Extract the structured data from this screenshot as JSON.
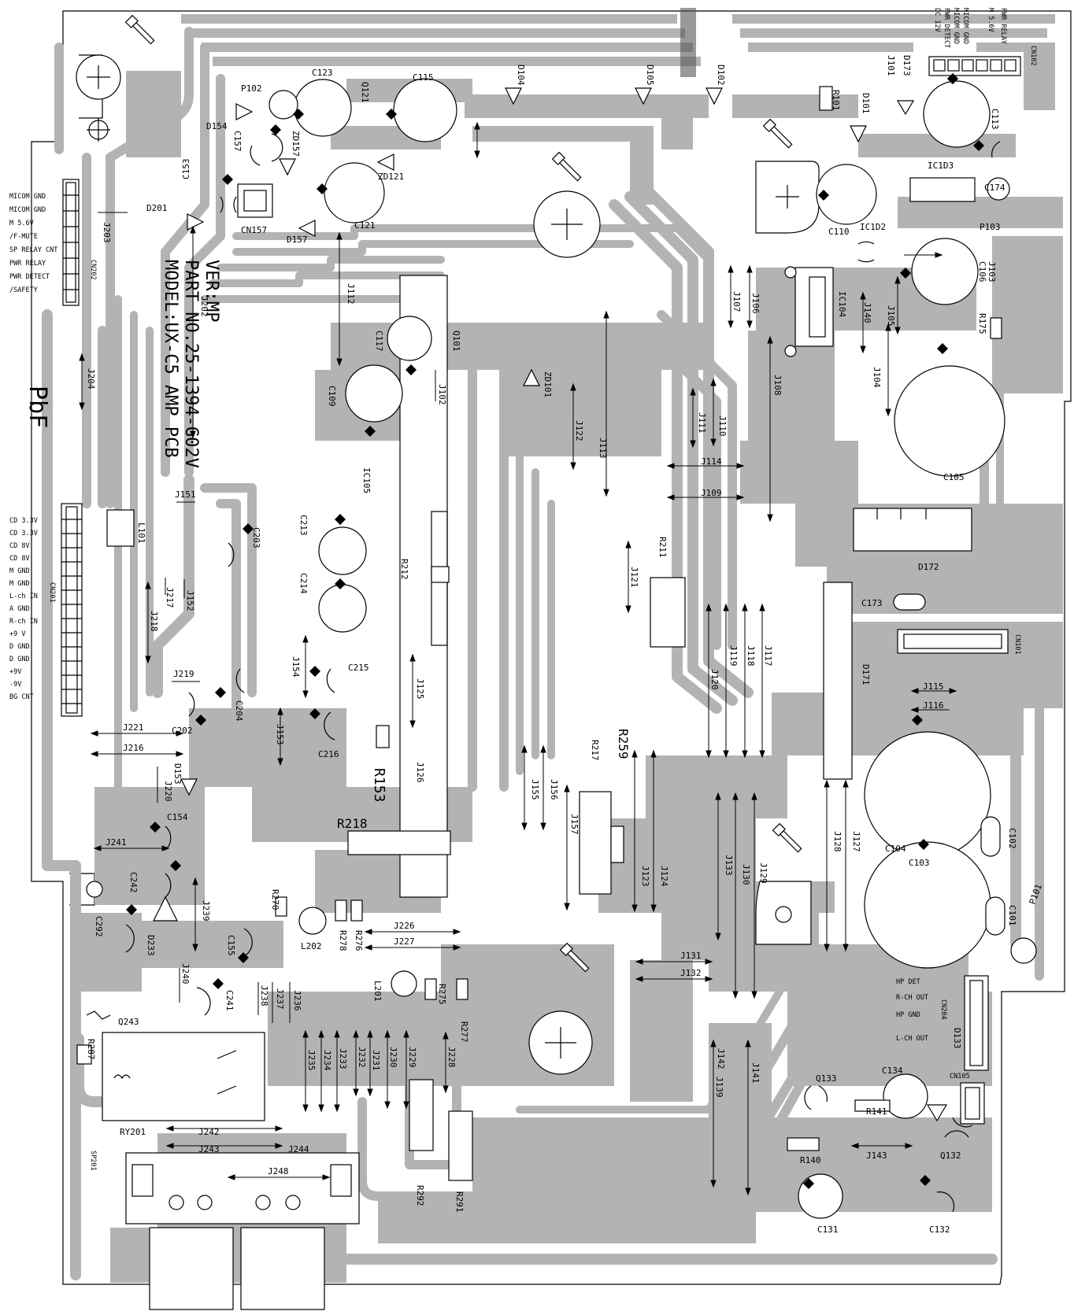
{
  "board": {
    "model_line1": "MODEL:UX-C5 AMP PCB",
    "model_line2": "PART NO.25-1394-G02V",
    "model_line3": "VER:MP",
    "pbf_mark": "PbF"
  },
  "connectors": {
    "cn102": {
      "ref": "CN102",
      "pins": [
        "DC 12V",
        "PWR DETECT",
        "MICOM GND",
        "MICOM GND",
        "M 5.6V",
        "PWR RELAY"
      ]
    },
    "cn202": {
      "ref": "CN202",
      "pins": [
        "MICOM GND",
        "MICOM GND",
        "M 5.6V",
        "/F-MUTE",
        "SP RELAY CNT",
        "PWR RELAY",
        "PWR DETECT",
        "/SAFETY"
      ]
    },
    "cn201": {
      "ref": "CN201",
      "pins": [
        "CD 3.3V",
        "CD 3.3V",
        "CD 8V",
        "CD 8V",
        "M GND",
        "M GND",
        "L-ch IN",
        "A GND",
        "R-ch IN",
        "+9 V",
        "D GND",
        "D GND",
        "+9V",
        "-9V",
        "BG CNT"
      ]
    },
    "cn204": {
      "ref": "CN204",
      "pins": [
        "HP DET",
        "R-CH OUT",
        "HP GND",
        "L-CH OUT"
      ]
    },
    "cn101": {
      "ref": "CN101"
    },
    "cn105": {
      "ref": "CN105"
    },
    "cn157": {
      "ref": "CN157"
    },
    "sp201": {
      "ref": "SP201"
    }
  },
  "refs": {
    "C123": "C123",
    "C115": "C115",
    "Q121": "Q121",
    "P102": "P102",
    "D154": "D154",
    "C157": "C157",
    "ZD157": "ZD157",
    "C153": "C153",
    "D201": "D201",
    "D157": "D157",
    "C121": "C121",
    "ZD121": "ZD121",
    "D104": "D104",
    "D105": "D105",
    "D102": "D102",
    "J101": "J101",
    "D173": "D173",
    "R101": "R101",
    "D101": "D101",
    "C113": "C113",
    "IC1D3": "IC1D3",
    "C174": "C174",
    "P103": "P103",
    "C110": "C110",
    "IC1D2": "IC1D2",
    "J103": "J103",
    "C106": "C106",
    "R175": "R175",
    "C105": "C105",
    "IC104": "IC104",
    "J140": "J140",
    "J105": "J105",
    "J104": "J104",
    "J107": "J107",
    "J106": "J106",
    "J108": "J108",
    "J111": "J111",
    "J110": "J110",
    "J114": "J114",
    "J109": "J109",
    "C117": "C117",
    "C109": "C109",
    "Q101": "Q101",
    "J102": "J102",
    "ZD101": "ZD101",
    "J122": "J122",
    "J113": "J113",
    "J112": "J112",
    "J202": "J202",
    "J203": "J203",
    "J204": "J204",
    "IC105": "IC105",
    "D172": "D172",
    "C173": "C173",
    "R211": "R211",
    "J121": "J121",
    "C213": "C213",
    "C214": "C214",
    "R212": "R212",
    "C203": "C203",
    "L101": "L101",
    "J151": "J151",
    "J217": "J217",
    "J152": "J152",
    "J218": "J218",
    "J219": "J219",
    "C204": "C204",
    "C202": "C202",
    "J154": "J154",
    "C215": "C215",
    "C216": "C216",
    "J153": "J153",
    "J125": "J125",
    "D171": "D171",
    "J119": "J119",
    "J118": "J118",
    "J117": "J117",
    "J120": "J120",
    "J115": "J115",
    "J116": "J116",
    "J221": "J221",
    "J216": "J216",
    "D153": "D153",
    "R153": "R153",
    "J126": "J126",
    "J155": "J155",
    "J156": "J156",
    "R217": "R217",
    "R259": "R259",
    "J220": "J220",
    "C154": "C154",
    "R218": "R218",
    "J157": "J157",
    "J128": "J128",
    "J127": "J127",
    "C104": "C104",
    "C102": "C102",
    "C103": "C103",
    "J241": "J241",
    "C242": "C242",
    "J123": "J123",
    "J124": "J124",
    "J133": "J133",
    "J130": "J130",
    "J129": "J129",
    "C292": "C292",
    "D233": "D233",
    "J239": "J239",
    "R270": "R270",
    "L202": "L202",
    "R278": "R278",
    "R276": "R276",
    "C155": "C155",
    "J226": "J226",
    "J227": "J227",
    "C101": "C101",
    "P101": "P101",
    "J131": "J131",
    "J132": "J132",
    "J240": "J240",
    "C241": "C241",
    "J238": "J238",
    "J237": "J237",
    "J236": "J236",
    "L201": "L201",
    "R275": "R275",
    "R277": "R277",
    "Q243": "Q243",
    "R287": "R287",
    "J235": "J235",
    "J234": "J234",
    "J233": "J233",
    "J232": "J232",
    "J231": "J231",
    "J230": "J230",
    "J229": "J229",
    "J228": "J228",
    "J142": "J142",
    "J141": "J141",
    "D133": "D133",
    "J139": "J139",
    "Q133": "Q133",
    "C134": "C134",
    "R141": "R141",
    "RY201": "RY201",
    "J242": "J242",
    "J243": "J243",
    "J244": "J244",
    "J248": "J248",
    "R292": "R292",
    "R291": "R291",
    "R140": "R140",
    "J143": "J143",
    "Q132": "Q132",
    "C131": "C131",
    "C132": "C132"
  }
}
